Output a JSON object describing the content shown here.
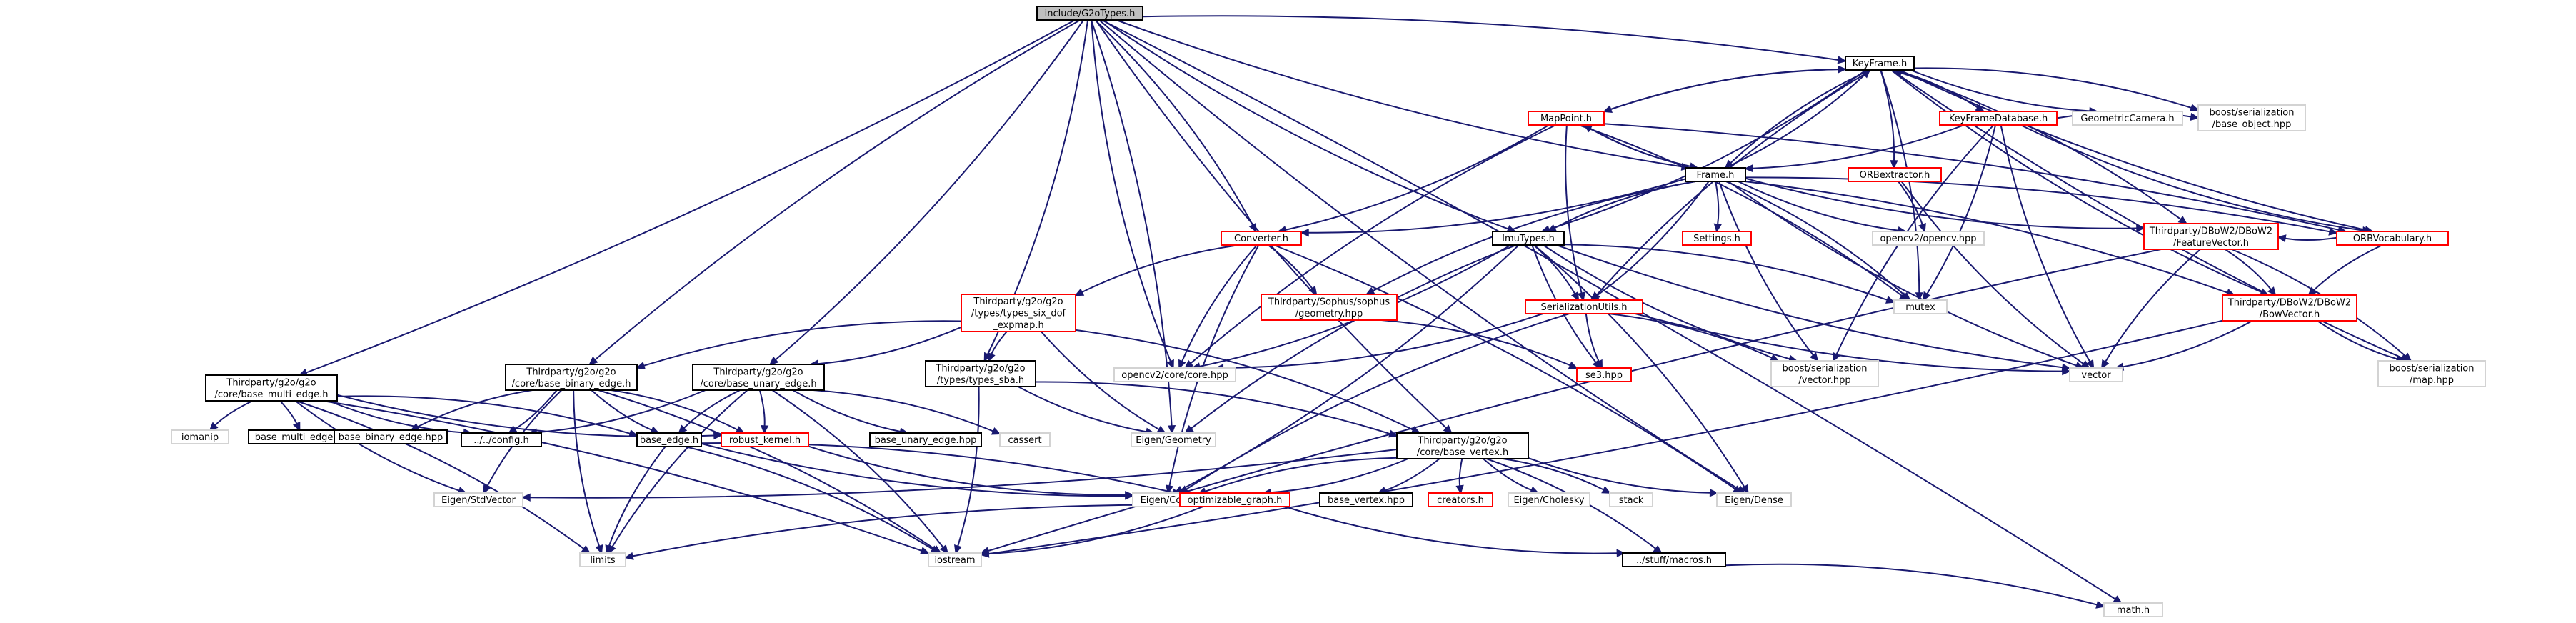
{
  "diagram": {
    "type": "include-dependency-graph",
    "colors": {
      "edge": "#191970",
      "node_documented_border": "#000000",
      "node_undocumented_border": "#d3d3d3",
      "node_external_border": "#d3d3d3",
      "node_red_border": "#ff0000",
      "root_fill": "#bfbfbf",
      "node_fill": "#ffffff"
    },
    "nodes": [
      {
        "id": "g2o",
        "lines": [
          "include/G2oTypes.h"
        ],
        "kind": "root"
      },
      {
        "id": "keyframe",
        "lines": [
          "KeyFrame.h"
        ],
        "kind": "black"
      },
      {
        "id": "mappoint",
        "lines": [
          "MapPoint.h"
        ],
        "kind": "red"
      },
      {
        "id": "kfdb",
        "lines": [
          "KeyFrameDatabase.h"
        ],
        "kind": "red"
      },
      {
        "id": "geocam",
        "lines": [
          "GeometricCamera.h"
        ],
        "kind": "gray"
      },
      {
        "id": "boostobj",
        "lines": [
          "boost/serialization",
          "/base_object.hpp"
        ],
        "kind": "gray"
      },
      {
        "id": "frame",
        "lines": [
          "Frame.h"
        ],
        "kind": "black"
      },
      {
        "id": "orbextractor",
        "lines": [
          "ORBextractor.h"
        ],
        "kind": "red"
      },
      {
        "id": "orbvoc",
        "lines": [
          "ORBVocabulary.h"
        ],
        "kind": "red"
      },
      {
        "id": "featvec",
        "lines": [
          "Thirdparty/DBoW2/DBoW2",
          "/FeatureVector.h"
        ],
        "kind": "red"
      },
      {
        "id": "bowvec",
        "lines": [
          "Thirdparty/DBoW2/DBoW2",
          "/BowVector.h"
        ],
        "kind": "red"
      },
      {
        "id": "converter",
        "lines": [
          "Converter.h"
        ],
        "kind": "red"
      },
      {
        "id": "imutypes",
        "lines": [
          "ImuTypes.h"
        ],
        "kind": "black"
      },
      {
        "id": "settings",
        "lines": [
          "Settings.h"
        ],
        "kind": "red"
      },
      {
        "id": "opencvhpp",
        "lines": [
          "opencv2/opencv.hpp"
        ],
        "kind": "gray"
      },
      {
        "id": "mutex",
        "lines": [
          "mutex"
        ],
        "kind": "gray"
      },
      {
        "id": "vector",
        "lines": [
          "vector"
        ],
        "kind": "gray"
      },
      {
        "id": "boostmap",
        "lines": [
          "boost/serialization",
          "/map.hpp"
        ],
        "kind": "gray"
      },
      {
        "id": "serutils",
        "lines": [
          "SerializationUtils.h"
        ],
        "kind": "red"
      },
      {
        "id": "sophus",
        "lines": [
          "Thirdparty/Sophus/sophus",
          "/geometry.hpp"
        ],
        "kind": "red"
      },
      {
        "id": "se3",
        "lines": [
          "se3.hpp"
        ],
        "kind": "red"
      },
      {
        "id": "boostvec",
        "lines": [
          "boost/serialization",
          "/vector.hpp"
        ],
        "kind": "gray"
      },
      {
        "id": "opencvcore",
        "lines": [
          "opencv2/core/core.hpp"
        ],
        "kind": "gray"
      },
      {
        "id": "sixdof",
        "lines": [
          "Thirdparty/g2o/g2o",
          "/types/types_six_dof",
          "_expmap.h"
        ],
        "kind": "red"
      },
      {
        "id": "typessba",
        "lines": [
          "Thirdparty/g2o/g2o",
          "/types/types_sba.h"
        ],
        "kind": "black"
      },
      {
        "id": "multiedge",
        "lines": [
          "Thirdparty/g2o/g2o",
          "/core/base_multi_edge.h"
        ],
        "kind": "black"
      },
      {
        "id": "binaryedge",
        "lines": [
          "Thirdparty/g2o/g2o",
          "/core/base_binary_edge.h"
        ],
        "kind": "black"
      },
      {
        "id": "unaryedge",
        "lines": [
          "Thirdparty/g2o/g2o",
          "/core/base_unary_edge.h"
        ],
        "kind": "black"
      },
      {
        "id": "basevertex",
        "lines": [
          "Thirdparty/g2o/g2o",
          "/core/base_vertex.h"
        ],
        "kind": "black"
      },
      {
        "id": "iomanip",
        "lines": [
          "iomanip"
        ],
        "kind": "gray"
      },
      {
        "id": "multiedgehpp",
        "lines": [
          "base_multi_edge.hpp"
        ],
        "kind": "black"
      },
      {
        "id": "binaryedgehpp",
        "lines": [
          "base_binary_edge.hpp"
        ],
        "kind": "black"
      },
      {
        "id": "config",
        "lines": [
          "../../config.h"
        ],
        "kind": "black"
      },
      {
        "id": "baseedge",
        "lines": [
          "base_edge.h"
        ],
        "kind": "black"
      },
      {
        "id": "robust",
        "lines": [
          "robust_kernel.h"
        ],
        "kind": "red"
      },
      {
        "id": "unaryedgehpp",
        "lines": [
          "base_unary_edge.hpp"
        ],
        "kind": "black"
      },
      {
        "id": "cassert",
        "lines": [
          "cassert"
        ],
        "kind": "gray"
      },
      {
        "id": "eigengeom",
        "lines": [
          "Eigen/Geometry"
        ],
        "kind": "gray"
      },
      {
        "id": "eigenstd",
        "lines": [
          "Eigen/StdVector"
        ],
        "kind": "gray"
      },
      {
        "id": "eigencore",
        "lines": [
          "Eigen/Core"
        ],
        "kind": "gray"
      },
      {
        "id": "optgraph",
        "lines": [
          "optimizable_graph.h"
        ],
        "kind": "red"
      },
      {
        "id": "basevertexhpp",
        "lines": [
          "base_vertex.hpp"
        ],
        "kind": "black"
      },
      {
        "id": "creators",
        "lines": [
          "creators.h"
        ],
        "kind": "red"
      },
      {
        "id": "cholesky",
        "lines": [
          "Eigen/Cholesky"
        ],
        "kind": "gray"
      },
      {
        "id": "stack",
        "lines": [
          "stack"
        ],
        "kind": "gray"
      },
      {
        "id": "eigendense",
        "lines": [
          "Eigen/Dense"
        ],
        "kind": "gray"
      },
      {
        "id": "limits",
        "lines": [
          "limits"
        ],
        "kind": "gray"
      },
      {
        "id": "iostream",
        "lines": [
          "iostream"
        ],
        "kind": "gray"
      },
      {
        "id": "macros",
        "lines": [
          "../stuff/macros.h"
        ],
        "kind": "black"
      },
      {
        "id": "mathh",
        "lines": [
          "math.h"
        ],
        "kind": "gray"
      }
    ],
    "edges": [
      [
        "g2o",
        "keyframe"
      ],
      [
        "g2o",
        "frame"
      ],
      [
        "g2o",
        "converter"
      ],
      [
        "g2o",
        "imutypes"
      ],
      [
        "g2o",
        "multiedge"
      ],
      [
        "g2o",
        "binaryedge"
      ],
      [
        "g2o",
        "unaryedge"
      ],
      [
        "g2o",
        "basevertex"
      ],
      [
        "g2o",
        "typessba"
      ],
      [
        "g2o",
        "opencvcore"
      ],
      [
        "g2o",
        "eigengeom"
      ],
      [
        "g2o",
        "eigendense"
      ],
      [
        "g2o",
        "mathh"
      ],
      [
        "keyframe",
        "mappoint"
      ],
      [
        "keyframe",
        "kfdb"
      ],
      [
        "keyframe",
        "geocam"
      ],
      [
        "keyframe",
        "boostobj"
      ],
      [
        "keyframe",
        "frame"
      ],
      [
        "keyframe",
        "orbextractor"
      ],
      [
        "keyframe",
        "orbvoc"
      ],
      [
        "keyframe",
        "featvec"
      ],
      [
        "keyframe",
        "bowvec"
      ],
      [
        "keyframe",
        "imutypes"
      ],
      [
        "keyframe",
        "serutils"
      ],
      [
        "keyframe",
        "mutex"
      ],
      [
        "keyframe",
        "boostmap"
      ],
      [
        "mappoint",
        "keyframe"
      ],
      [
        "mappoint",
        "frame"
      ],
      [
        "mappoint",
        "converter"
      ],
      [
        "mappoint",
        "opencvcore"
      ],
      [
        "mappoint",
        "mutex"
      ],
      [
        "mappoint",
        "serutils"
      ],
      [
        "mappoint",
        "orbvoc"
      ],
      [
        "kfdb",
        "keyframe"
      ],
      [
        "kfdb",
        "frame"
      ],
      [
        "kfdb",
        "vector"
      ],
      [
        "kfdb",
        "mutex"
      ],
      [
        "kfdb",
        "orbvoc"
      ],
      [
        "kfdb",
        "boostobj"
      ],
      [
        "kfdb",
        "boostvec"
      ],
      [
        "frame",
        "mappoint"
      ],
      [
        "frame",
        "keyframe"
      ],
      [
        "frame",
        "converter"
      ],
      [
        "frame",
        "imutypes"
      ],
      [
        "frame",
        "settings"
      ],
      [
        "frame",
        "opencvhpp"
      ],
      [
        "frame",
        "mutex"
      ],
      [
        "frame",
        "vector"
      ],
      [
        "frame",
        "orbvoc"
      ],
      [
        "frame",
        "featvec"
      ],
      [
        "frame",
        "bowvec"
      ],
      [
        "frame",
        "sophus"
      ],
      [
        "frame",
        "serutils"
      ],
      [
        "frame",
        "boostvec"
      ],
      [
        "orbextractor",
        "opencvhpp"
      ],
      [
        "orbextractor",
        "vector"
      ],
      [
        "orbvoc",
        "featvec"
      ],
      [
        "orbvoc",
        "bowvec"
      ],
      [
        "featvec",
        "bowvec"
      ],
      [
        "featvec",
        "vector"
      ],
      [
        "featvec",
        "boostmap"
      ],
      [
        "featvec",
        "iostream"
      ],
      [
        "bowvec",
        "vector"
      ],
      [
        "bowvec",
        "boostmap"
      ],
      [
        "bowvec",
        "iostream"
      ],
      [
        "converter",
        "sixdof"
      ],
      [
        "converter",
        "sophus"
      ],
      [
        "converter",
        "opencvcore"
      ],
      [
        "converter",
        "eigendense"
      ],
      [
        "converter",
        "eigencore"
      ],
      [
        "imutypes",
        "mutex"
      ],
      [
        "imutypes",
        "vector"
      ],
      [
        "imutypes",
        "serutils"
      ],
      [
        "imutypes",
        "se3"
      ],
      [
        "imutypes",
        "opencvcore"
      ],
      [
        "imutypes",
        "eigengeom"
      ],
      [
        "imutypes",
        "eigencore"
      ],
      [
        "imutypes",
        "boostvec"
      ],
      [
        "imutypes",
        "eigendense"
      ],
      [
        "serutils",
        "se3"
      ],
      [
        "serutils",
        "boostvec"
      ],
      [
        "serutils",
        "vector"
      ],
      [
        "serutils",
        "opencvcore"
      ],
      [
        "serutils",
        "eigencore"
      ],
      [
        "sophus",
        "se3"
      ],
      [
        "sixdof",
        "binaryedge"
      ],
      [
        "sixdof",
        "unaryedge"
      ],
      [
        "sixdof",
        "typessba"
      ],
      [
        "sixdof",
        "basevertex"
      ],
      [
        "sixdof",
        "eigengeom"
      ],
      [
        "typessba",
        "basevertex"
      ],
      [
        "typessba",
        "eigengeom"
      ],
      [
        "typessba",
        "iostream"
      ],
      [
        "multiedge",
        "iomanip"
      ],
      [
        "multiedge",
        "multiedgehpp"
      ],
      [
        "multiedge",
        "config"
      ],
      [
        "multiedge",
        "baseedge"
      ],
      [
        "multiedge",
        "robust"
      ],
      [
        "multiedge",
        "limits"
      ],
      [
        "multiedge",
        "eigenstd"
      ],
      [
        "multiedge",
        "iostream"
      ],
      [
        "binaryedge",
        "binaryedgehpp"
      ],
      [
        "binaryedge",
        "config"
      ],
      [
        "binaryedge",
        "baseedge"
      ],
      [
        "binaryedge",
        "robust"
      ],
      [
        "binaryedge",
        "limits"
      ],
      [
        "binaryedge",
        "iostream"
      ],
      [
        "binaryedge",
        "eigenstd"
      ],
      [
        "unaryedge",
        "config"
      ],
      [
        "unaryedge",
        "baseedge"
      ],
      [
        "unaryedge",
        "robust"
      ],
      [
        "unaryedge",
        "unaryedgehpp"
      ],
      [
        "unaryedge",
        "cassert"
      ],
      [
        "unaryedge",
        "limits"
      ],
      [
        "unaryedge",
        "iostream"
      ],
      [
        "baseedge",
        "limits"
      ],
      [
        "baseedge",
        "iostream"
      ],
      [
        "baseedge",
        "eigencore"
      ],
      [
        "baseedge",
        "optgraph"
      ],
      [
        "robust",
        "eigencore"
      ],
      [
        "basevertex",
        "optgraph"
      ],
      [
        "basevertex",
        "creators"
      ],
      [
        "basevertex",
        "basevertexhpp"
      ],
      [
        "basevertex",
        "cholesky"
      ],
      [
        "basevertex",
        "stack"
      ],
      [
        "basevertex",
        "eigendense"
      ],
      [
        "basevertex",
        "eigenstd"
      ],
      [
        "basevertex",
        "eigencore"
      ],
      [
        "basevertex",
        "macros"
      ],
      [
        "optgraph",
        "limits"
      ],
      [
        "optgraph",
        "iostream"
      ],
      [
        "optgraph",
        "macros"
      ],
      [
        "macros",
        "mathh"
      ]
    ]
  }
}
